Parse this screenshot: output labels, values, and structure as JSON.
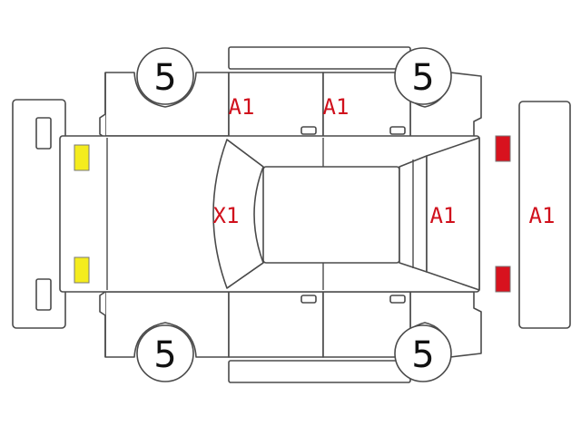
{
  "colors": {
    "damage_code": "#d0101c",
    "front_light": "#f4ec1e",
    "rear_light": "#d8121e",
    "outline": "#4a4a4a"
  },
  "tires": {
    "front_left": "5",
    "rear_left": "5",
    "front_right": "5",
    "rear_right": "5"
  },
  "damage_codes": {
    "left_front_door": "A1",
    "left_rear_door": "A1",
    "windshield": "X1",
    "rear_window": "A1",
    "rear_bumper": "A1"
  },
  "icons": {
    "front_lights": "yellow-headlight-icon",
    "rear_lights": "red-taillight-icon"
  }
}
